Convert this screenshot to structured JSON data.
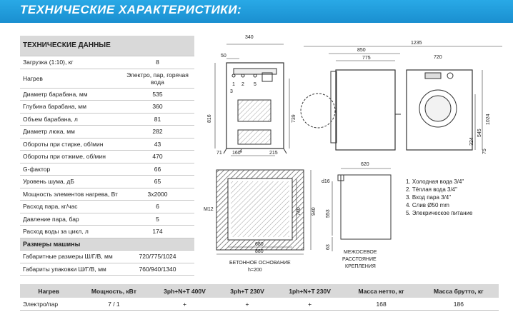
{
  "header": {
    "title": "ТЕХНИЧЕСКИЕ ХАРАКТЕРИСТИКИ:"
  },
  "specs": {
    "title": "ТЕХНИЧЕСКИЕ ДАННЫЕ",
    "rows": [
      {
        "label": "Загрузка (1:10), кг",
        "value": "8"
      },
      {
        "label": "Нагрев",
        "value": "Электро, пар, горячая вода"
      },
      {
        "label": "Диаметр барабана, мм",
        "value": "535"
      },
      {
        "label": "Глубина барабана, мм",
        "value": "360"
      },
      {
        "label": "Объем барабана, л",
        "value": "81"
      },
      {
        "label": "Диаметр люка, мм",
        "value": "282"
      },
      {
        "label": "Обороты при стирке, об/мин",
        "value": "43"
      },
      {
        "label": "Обороты при отжиме, об/мин",
        "value": "470"
      },
      {
        "label": "G-фактор",
        "value": "66"
      },
      {
        "label": "Уровень шума, дБ",
        "value": "65"
      },
      {
        "label": "Мощность элементов нагрева, Вт",
        "value": "3х2000"
      },
      {
        "label": "Расход пара, кг/час",
        "value": "6"
      },
      {
        "label": "Давление пара, бар",
        "value": "5"
      },
      {
        "label": "Расход воды за цикл, л",
        "value": "174"
      }
    ],
    "size_title": "Размеры машины",
    "size_rows": [
      {
        "label": "Габаритные размеры Ш/Г/В, мм",
        "value": "720/775/1024"
      },
      {
        "label": "Габариты упаковки Ш/Г/В, мм",
        "value": "760/940/1340"
      }
    ]
  },
  "drawings": {
    "dims": {
      "d340": "340",
      "d50": "50",
      "d816": "816",
      "d739": "739",
      "d71": "71",
      "d160": "160",
      "d215": "215",
      "d1235": "1235",
      "d850": "850",
      "d775": "775",
      "d720": "720",
      "d1024": "1024",
      "d545": "545",
      "d324": "324",
      "d75": "75",
      "d620": "620",
      "d16": "d16",
      "d553": "553",
      "d63": "63",
      "m12": "M12",
      "d740": "740",
      "d940": "940",
      "d680": "680",
      "d880": "880"
    },
    "labels": {
      "n1": "1",
      "n2": "2",
      "n3": "3",
      "n4": "4",
      "n5": "5"
    },
    "captions": {
      "base_line1": "БЕТОННОЕ ОСНОВАНИЕ",
      "base_line2": "h=200",
      "gap_line1": "МЕЖОСЕВОЕ",
      "gap_line2": "РАССТОЯНИЕ",
      "gap_line3": "КРЕПЛЕНИЯ"
    }
  },
  "legend": {
    "items": [
      "1. Холодная вода 3/4\"",
      "2. Тёплая вода 3/4\"",
      "3. Вход пара 3/4\"",
      "4. Слив Ø50 mm",
      "5. Элекрическое питание"
    ]
  },
  "bottom_table": {
    "headers": [
      "Нагрев",
      "Мощность, кВт",
      "3ph+N+T 400V",
      "3ph+T 230V",
      "1ph+N+T 230V",
      "Масса нетто, кг",
      "Масса брутто, кг"
    ],
    "row": [
      "Электро/пар",
      "7 / 1",
      "+",
      "+",
      "+",
      "168",
      "186"
    ]
  }
}
